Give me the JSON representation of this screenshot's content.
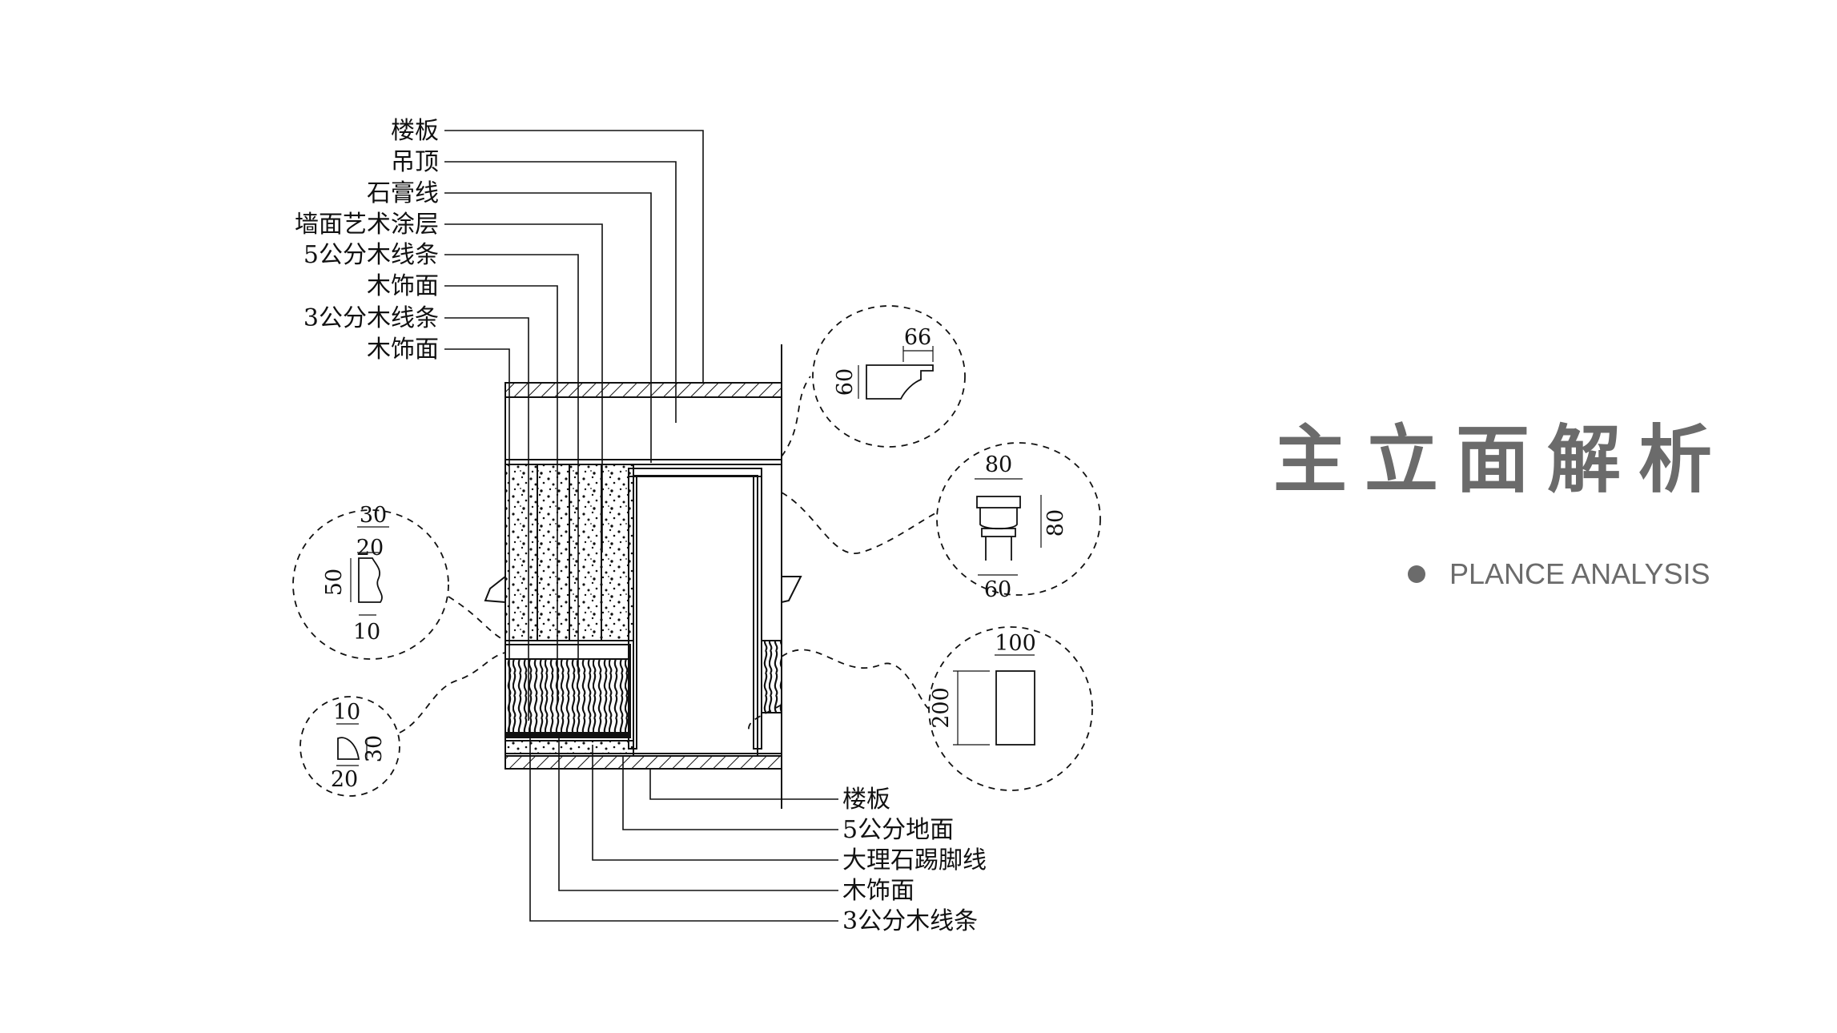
{
  "heading": "主立面解析",
  "subheading": "PLANCE ANALYSIS",
  "colors": {
    "heading": "#6b6b6b",
    "lines": "#111111"
  },
  "top_labels": [
    "楼板",
    "吊顶",
    "石膏线",
    "墙面艺术涂层",
    "5公分木线条",
    "木饰面",
    "3公分木线条",
    "木饰面"
  ],
  "bottom_labels": [
    "楼板",
    "5公分地面",
    "大理石踢脚线",
    "木饰面",
    "3公分木线条"
  ],
  "details": {
    "crown_molding": {
      "width": "66",
      "height": "60"
    },
    "pilaster_capital": {
      "top": "80",
      "height": "80",
      "bottom": "60"
    },
    "wall_molding": {
      "top": "30",
      "inner": "20",
      "height": "50",
      "bottom": "10"
    },
    "small_molding": {
      "top": "10",
      "height": "30",
      "bottom": "20"
    },
    "baseboard": {
      "width": "100",
      "height": "200"
    }
  }
}
